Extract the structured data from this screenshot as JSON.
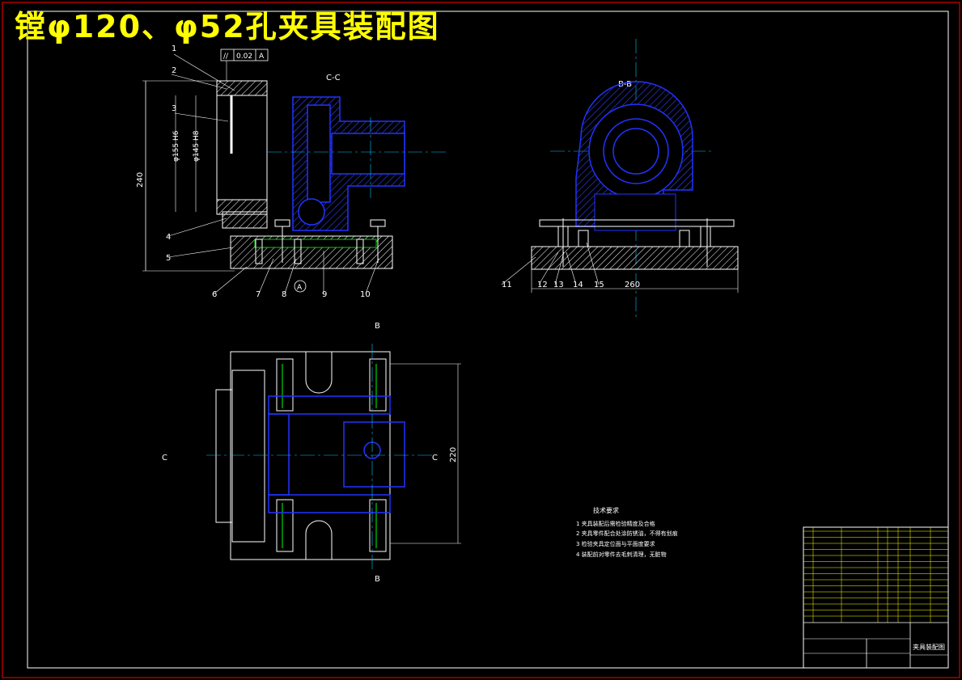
{
  "title": "镗φ120、φ52孔夹具装配图",
  "views": {
    "section_cc": "C-C",
    "section_bb": "B-B",
    "cut_b_top": "B",
    "cut_b_bottom": "B",
    "cut_c_left": "C",
    "cut_c_right": "C"
  },
  "tolerance": {
    "symbol": "//",
    "value": "0.02",
    "datum": "A"
  },
  "datum_label": "A",
  "dimensions": {
    "height_total": "240",
    "dia_outer": "φ155 H6",
    "dia_inner": "φ145 H8",
    "width_bb": "260",
    "height_plan": "220"
  },
  "part_numbers": [
    "1",
    "2",
    "3",
    "4",
    "5",
    "6",
    "7",
    "8",
    "9",
    "10",
    "11",
    "12",
    "13",
    "14",
    "15"
  ],
  "notes": {
    "heading": "技术要求",
    "items": [
      "1 夹具装配后需检验精度及合格",
      "2 夹具零件配合处涂防锈油，不得有划痕",
      "3 检验夹具定位面与平面度要求",
      "4 装配前对零件去毛刺清理，无脏物"
    ]
  },
  "title_block": {
    "drawing_name": "夹具装配图"
  },
  "colors": {
    "yellow": "#ffff00",
    "blue": "#0000ff",
    "white": "#ffffff",
    "cyan": "#00c8ff",
    "red": "#ff0000",
    "green": "#00ff00"
  }
}
